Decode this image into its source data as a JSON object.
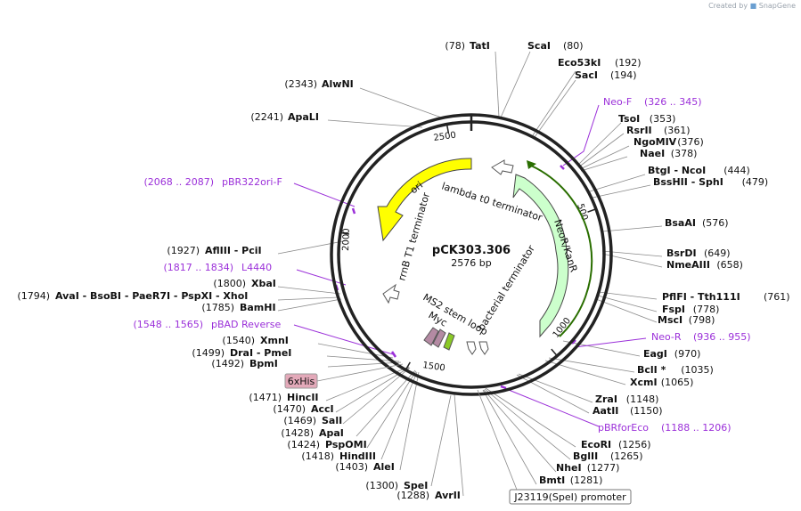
{
  "branding": {
    "created_by": "Created by",
    "app": "SnapGene"
  },
  "plasmid": {
    "name": "pCK303.306",
    "length_label": "2576 bp"
  },
  "ticks": [
    "500",
    "1000",
    "1500",
    "2000",
    "2500"
  ],
  "features": {
    "ori": "ori",
    "lambda_t0": "lambda t0 terminator",
    "neor": "NeoR/KanR",
    "bacterial_term": "bacterial terminator",
    "ms2": "MS2 stem loop",
    "myc": "Myc",
    "rrnb": "rrnB T1 terminator"
  },
  "boxed": {
    "his": "6xHis",
    "promoter": "J23119(SpeI) promoter"
  },
  "sites_top": [
    {
      "pos": "(78)",
      "name": "TatI"
    },
    {
      "name": "ScaI",
      "pos": "(80)"
    },
    {
      "name": "Eco53kI",
      "pos": "(192)"
    },
    {
      "name": "SacI",
      "pos": "(194)"
    }
  ],
  "sites_left_top": [
    {
      "pos": "(2343)",
      "name": "AlwNI"
    },
    {
      "pos": "(2241)",
      "name": "ApaLI"
    }
  ],
  "sites_right": [
    {
      "name": "TsoI",
      "pos": "(353)"
    },
    {
      "name": "RsrII",
      "pos": "(361)"
    },
    {
      "name": "NgoMIV",
      "pos": "(376)"
    },
    {
      "name": "NaeI",
      "pos": "(378)"
    },
    {
      "name": "BtgI - NcoI",
      "pos": "(444)"
    },
    {
      "name": "BssHII - SphI",
      "pos": "(479)"
    },
    {
      "name": "BsaAI",
      "pos": "(576)"
    },
    {
      "name": "BsrDI",
      "pos": "(649)"
    },
    {
      "name": "NmeAIII",
      "pos": "(658)"
    },
    {
      "name": "PflFI - Tth111I",
      "pos": "(761)"
    },
    {
      "name": "FspI",
      "pos": "(778)"
    },
    {
      "name": "MscI",
      "pos": "(798)"
    },
    {
      "name": "EagI",
      "pos": "(970)"
    },
    {
      "name": "BclI *",
      "pos": "(1035)"
    },
    {
      "name": "XcmI",
      "pos": "(1065)"
    },
    {
      "name": "ZraI",
      "pos": "(1148)"
    },
    {
      "name": "AatII",
      "pos": "(1150)"
    },
    {
      "name": "EcoRI",
      "pos": "(1256)"
    },
    {
      "name": "BglII",
      "pos": "(1265)"
    },
    {
      "name": "NheI",
      "pos": "(1277)"
    },
    {
      "name": "BmtI",
      "pos": "(1281)"
    }
  ],
  "sites_left": [
    {
      "pos": "(1927)",
      "name": "AflIII - PciI"
    },
    {
      "pos": "(1794)",
      "name": "AvaI - BsoBI - PaeR7I - PspXI - XhoI"
    },
    {
      "pos": "(1800)",
      "name": "XbaI"
    },
    {
      "pos": "(1785)",
      "name": "BamHI"
    },
    {
      "pos": "(1540)",
      "name": "XmnI"
    },
    {
      "pos": "(1499)",
      "name": "DraI - PmeI"
    },
    {
      "pos": "(1492)",
      "name": "BpmI"
    },
    {
      "pos": "(1471)",
      "name": "HincII"
    },
    {
      "pos": "(1470)",
      "name": "AccI"
    },
    {
      "pos": "(1469)",
      "name": "SalI"
    },
    {
      "pos": "(1428)",
      "name": "ApaI"
    },
    {
      "pos": "(1424)",
      "name": "PspOMI"
    },
    {
      "pos": "(1418)",
      "name": "HindIII"
    },
    {
      "pos": "(1403)",
      "name": "AleI"
    },
    {
      "pos": "(1300)",
      "name": "SpeI"
    },
    {
      "pos": "(1288)",
      "name": "AvrII"
    }
  ],
  "primers": [
    {
      "name": "Neo-F",
      "pos": "(326 .. 345)"
    },
    {
      "name": "Neo-R",
      "pos": "(936 .. 955)"
    },
    {
      "name": "pBRforEco",
      "pos": "(1188 .. 1206)"
    },
    {
      "pos": "(2068 .. 2087)",
      "name": "pBR322ori-F"
    },
    {
      "pos": "(1817 .. 1834)",
      "name": "L4440"
    },
    {
      "pos": "(1548 .. 1565)",
      "name": "pBAD Reverse"
    }
  ],
  "colors": {
    "ori": "#ffff00",
    "neor": "#ccffcc",
    "primer": "#9b30d9",
    "his": "#e3a9b9",
    "myc": "#8ac926",
    "stem": "#b48aa3"
  }
}
